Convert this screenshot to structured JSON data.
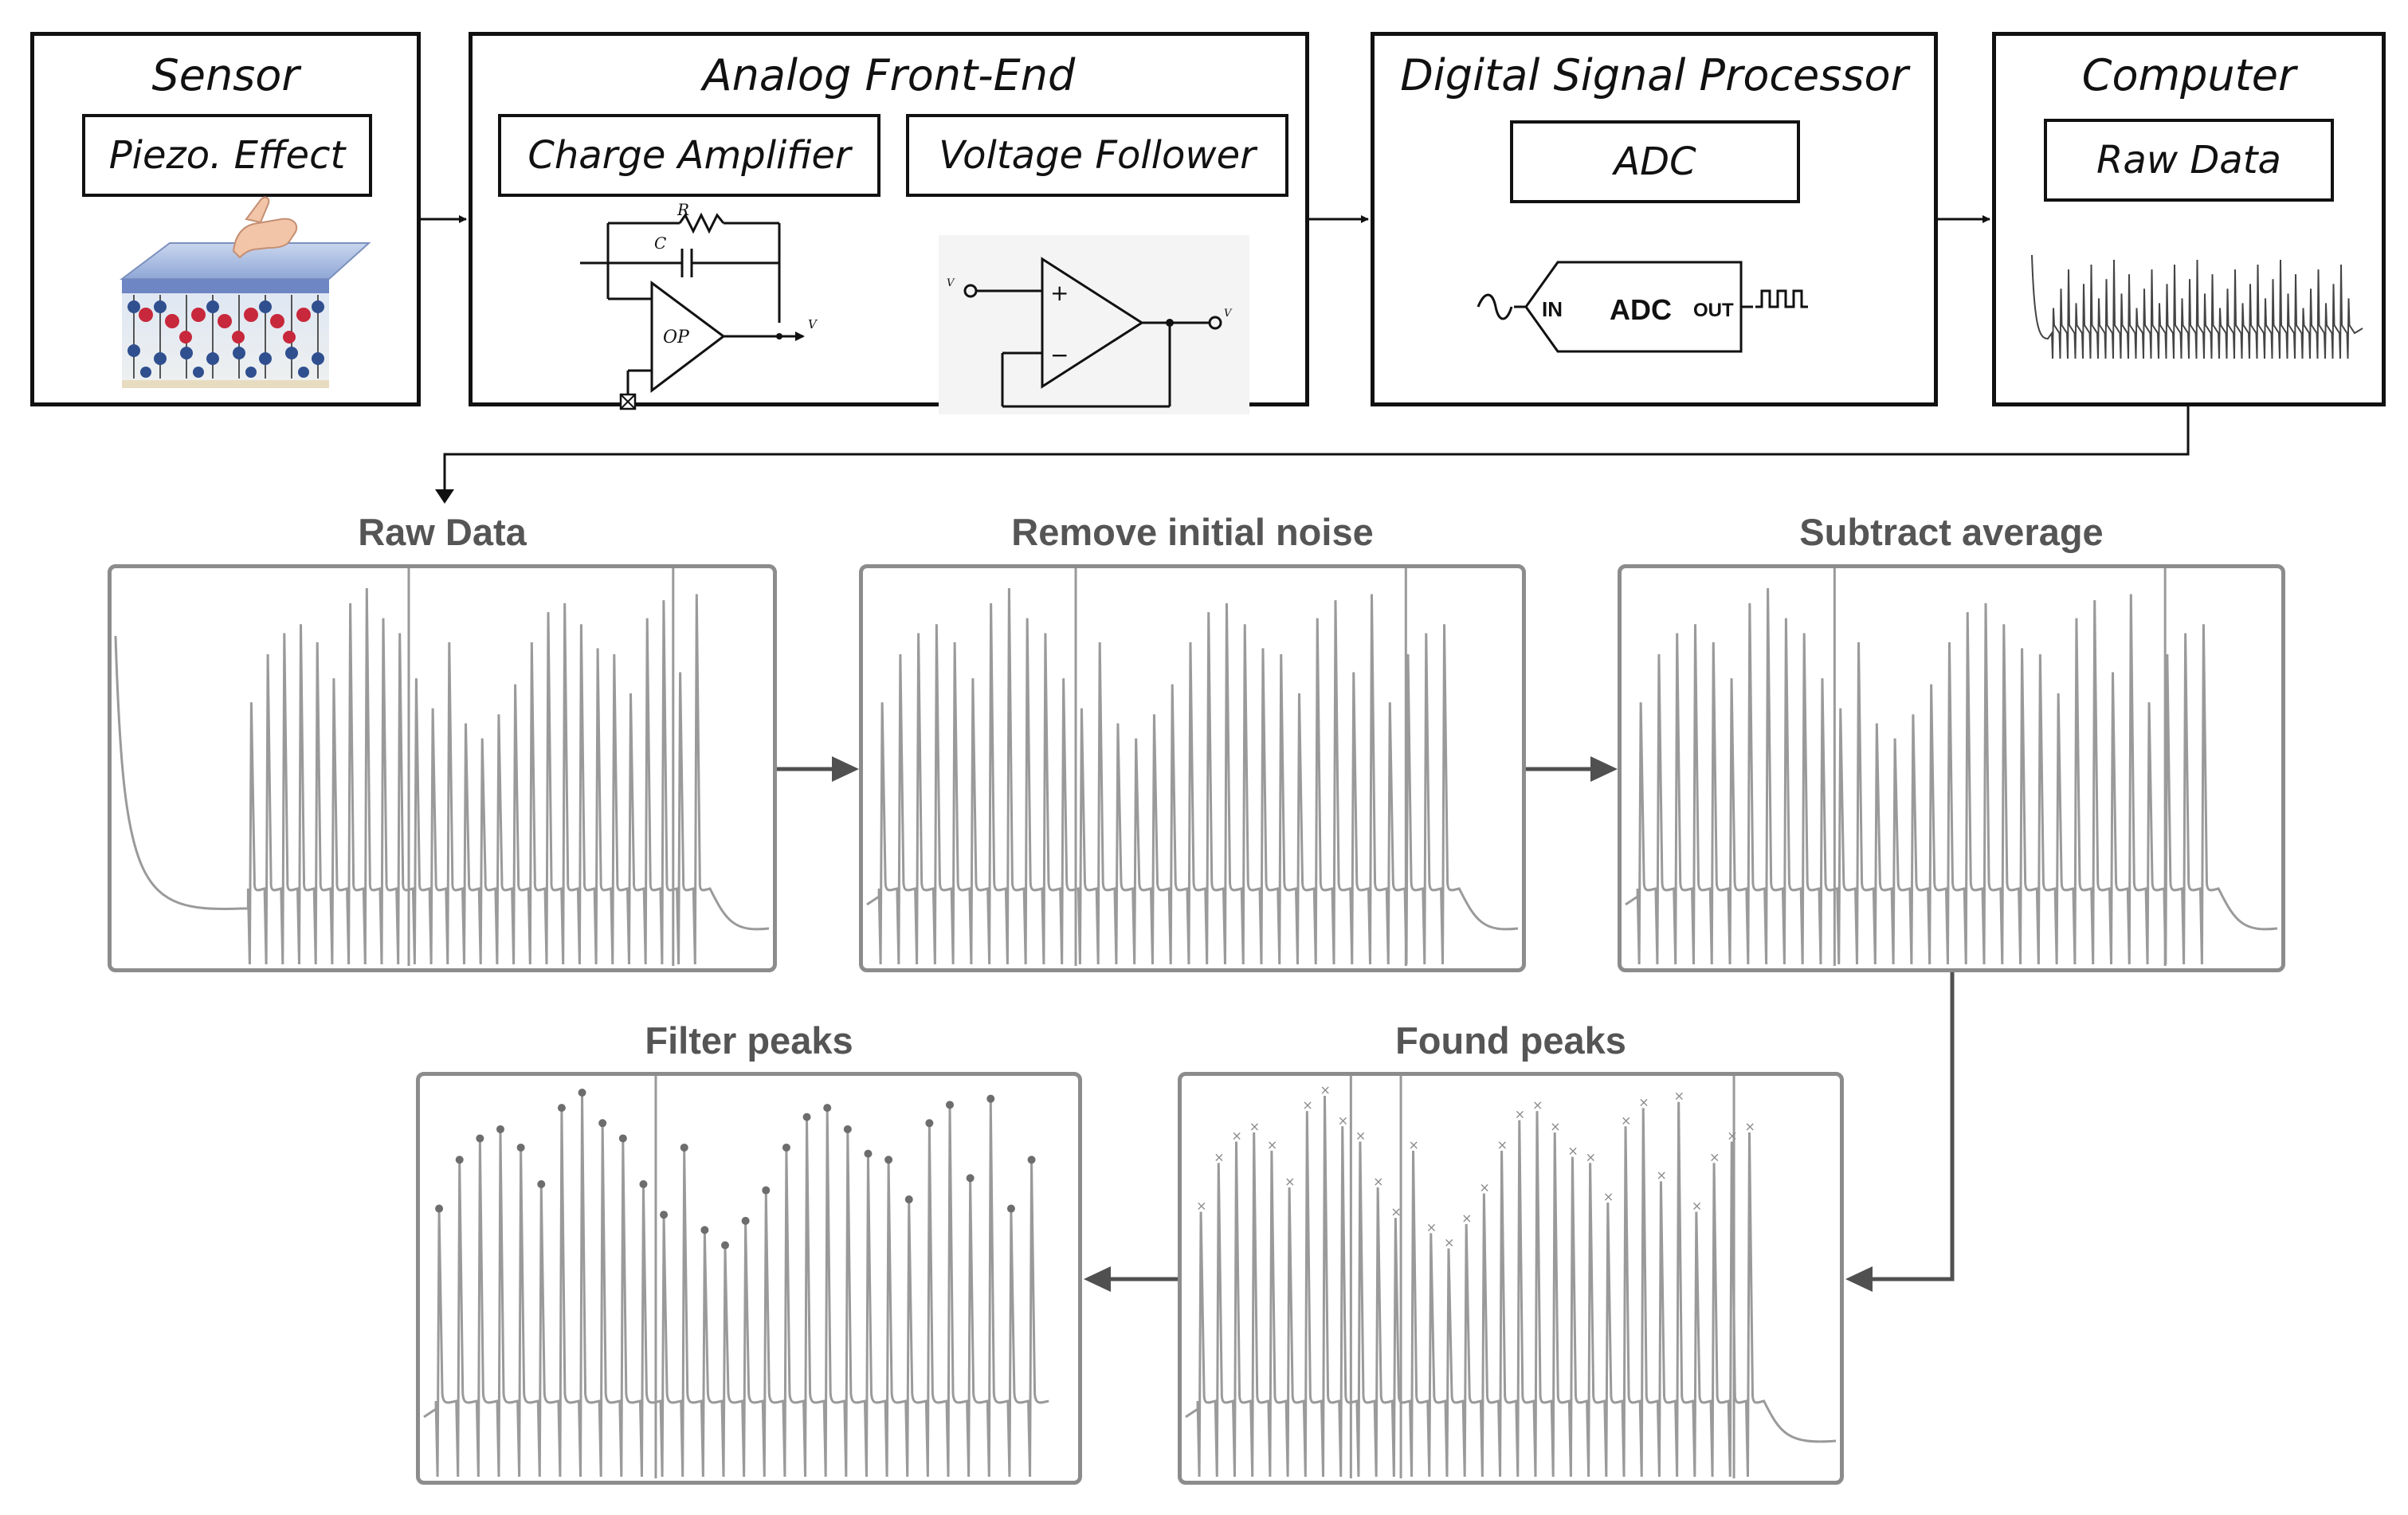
{
  "pipeline": {
    "sensor": {
      "title": "Sensor",
      "sub": "Piezo. Effect"
    },
    "afe": {
      "title": "Analog Front-End",
      "sub1": "Charge Amplifier",
      "sub2": "Voltage Follower",
      "labels": {
        "rf": "R",
        "cf": "C",
        "op": "OP",
        "vout": "V",
        "vin_small": "V",
        "vout_small": "V",
        "plus": "+",
        "minus": "−"
      }
    },
    "dsp": {
      "title": "Digital Signal Processor",
      "sub": "ADC",
      "symbol": {
        "in": "IN",
        "adc": "ADC",
        "out": "OUT"
      }
    },
    "computer": {
      "title": "Computer",
      "sub": "Raw Data"
    }
  },
  "steps": [
    {
      "title": "Raw Data"
    },
    {
      "title": "Remove initial noise"
    },
    {
      "title": "Subtract average"
    },
    {
      "title": "Found peaks"
    },
    {
      "title": "Filter peaks"
    }
  ],
  "colors": {
    "stroke": "#111111",
    "signal": "#9a9a9a",
    "panel_border": "#8c8c8c",
    "title_gray": "#555555",
    "sensor_blue": "#3a5fa8",
    "sensor_red": "#c8283c"
  },
  "icons": [
    "finger-icon",
    "sine-wave-icon",
    "square-wave-icon",
    "ground-icon"
  ]
}
